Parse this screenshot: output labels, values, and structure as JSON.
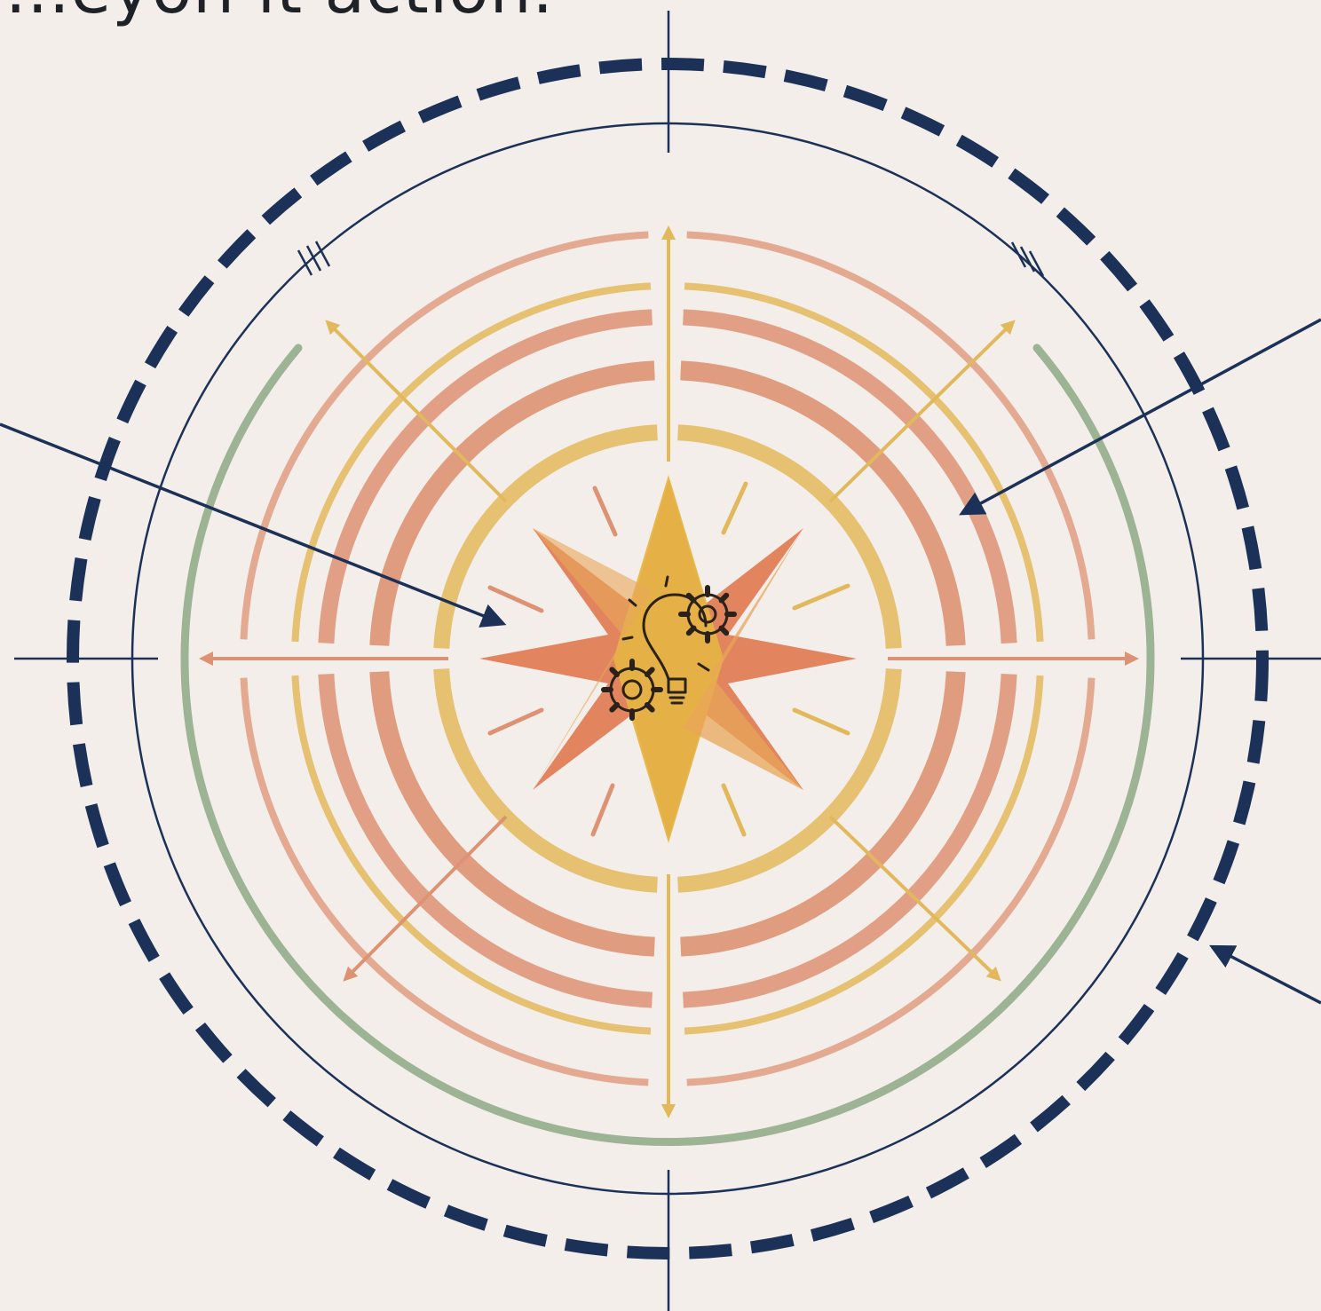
{
  "caption_fragment": "...eyon it action.",
  "colors": {
    "background": "#f4eeea",
    "navy": "#1b3157",
    "terracotta": "#dd9273",
    "mustard": "#e2b85c",
    "sage": "#9cb394",
    "star_orange": "#e0784f",
    "star_gold": "#e5b544"
  },
  "center_icon": "lightbulb-with-gears-icon",
  "arrow_directions": [
    "up",
    "up-right",
    "right",
    "down-right",
    "down",
    "down-left",
    "left",
    "up-left"
  ]
}
